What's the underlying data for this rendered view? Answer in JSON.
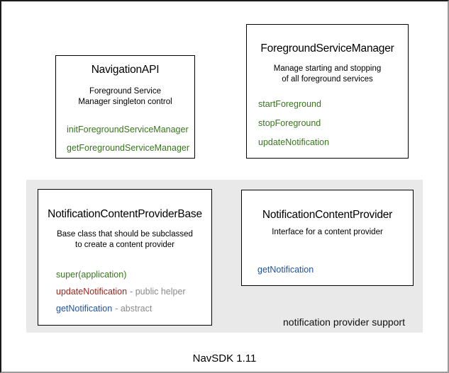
{
  "window": {
    "caption": "NavSDK 1.11"
  },
  "region": {
    "label": "notification provider support",
    "bg_color": "#e9e9e9"
  },
  "colors": {
    "method_green": "#38761d",
    "method_red": "#9e261d",
    "method_blue": "#2152a3",
    "annotation_gray": "#8a8a8a",
    "box_border": "#000000"
  },
  "boxes": {
    "navigation_api": {
      "title": "NavigationAPI",
      "desc1": "Foreground Service",
      "desc2": "Manager singleton control",
      "methods": [
        {
          "label": "initForegroundServiceManager",
          "color": "green"
        },
        {
          "label": "getForegroundServiceManager",
          "color": "green"
        }
      ]
    },
    "foreground_service_manager": {
      "title": "ForegroundServiceManager",
      "desc1": "Manage starting and stopping",
      "desc2": "of all foreground services",
      "methods": [
        {
          "label": "startForeground",
          "color": "green"
        },
        {
          "label": "stopForeground",
          "color": "green"
        },
        {
          "label": "updateNotification",
          "color": "green"
        }
      ]
    },
    "notification_content_provider_base": {
      "title": "NotificationContentProviderBase",
      "desc1": "Base class that should be subclassed",
      "desc2": "to create a content provider",
      "methods": [
        {
          "label": "super(application)",
          "color": "green",
          "annotation": ""
        },
        {
          "label": "updateNotification",
          "color": "red",
          "annotation": "- public helper"
        },
        {
          "label": "getNotification",
          "color": "blue",
          "annotation": "- abstract"
        }
      ]
    },
    "notification_content_provider": {
      "title": "NotificationContentProvider",
      "desc1": "Interface for a content provider",
      "methods": [
        {
          "label": "getNotification",
          "color": "blue"
        }
      ]
    }
  }
}
